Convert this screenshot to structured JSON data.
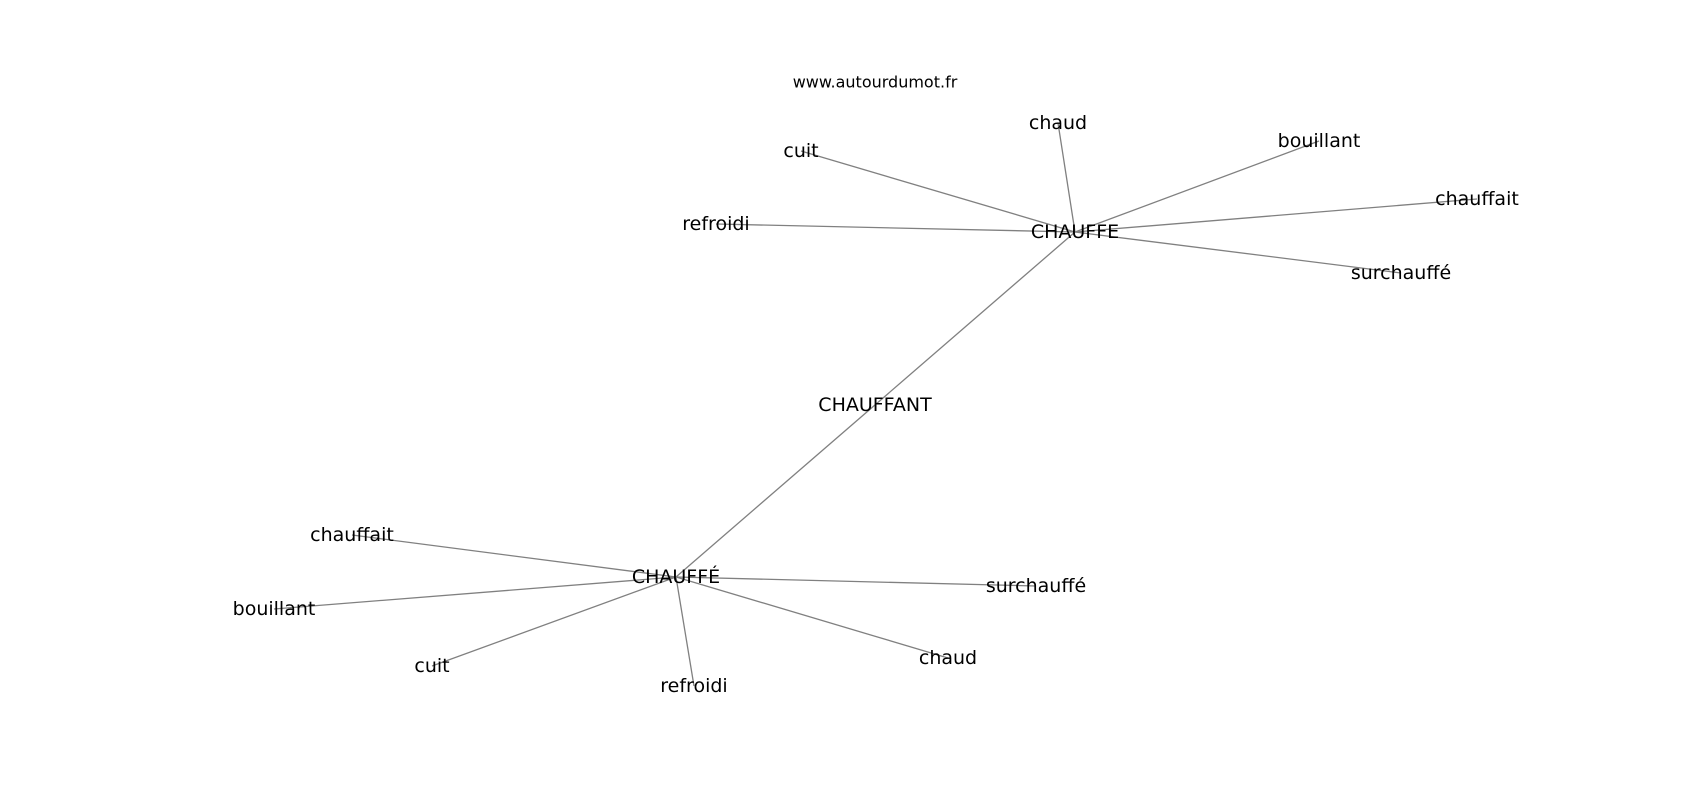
{
  "watermark": "www.autourdumot.fr",
  "graph": {
    "nodes": {
      "center": {
        "label": "CHAUFFANT"
      },
      "hub_chauffe": {
        "label": "CHAUFFE"
      },
      "hub_chauffe_accent": {
        "label": "CHAUFFÉ"
      },
      "a_chaud": {
        "label": "chaud"
      },
      "a_cuit": {
        "label": "cuit"
      },
      "a_bouillant": {
        "label": "bouillant"
      },
      "a_refroidi": {
        "label": "refroidi"
      },
      "a_chauffait": {
        "label": "chauffait"
      },
      "a_surchauffe": {
        "label": "surchauffé"
      },
      "b_chauffait": {
        "label": "chauffait"
      },
      "b_bouillant": {
        "label": "bouillant"
      },
      "b_cuit": {
        "label": "cuit"
      },
      "b_refroidi": {
        "label": "refroidi"
      },
      "b_chaud": {
        "label": "chaud"
      },
      "b_surchauffe": {
        "label": "surchauffé"
      }
    },
    "edges": [
      [
        "hub_chauffe",
        "hub_chauffe_accent"
      ],
      [
        "hub_chauffe",
        "a_chaud"
      ],
      [
        "hub_chauffe",
        "a_cuit"
      ],
      [
        "hub_chauffe",
        "a_bouillant"
      ],
      [
        "hub_chauffe",
        "a_refroidi"
      ],
      [
        "hub_chauffe",
        "a_chauffait"
      ],
      [
        "hub_chauffe",
        "a_surchauffe"
      ],
      [
        "hub_chauffe_accent",
        "b_chauffait"
      ],
      [
        "hub_chauffe_accent",
        "b_bouillant"
      ],
      [
        "hub_chauffe_accent",
        "b_cuit"
      ],
      [
        "hub_chauffe_accent",
        "b_refroidi"
      ],
      [
        "hub_chauffe_accent",
        "b_chaud"
      ],
      [
        "hub_chauffe_accent",
        "b_surchauffe"
      ]
    ]
  }
}
